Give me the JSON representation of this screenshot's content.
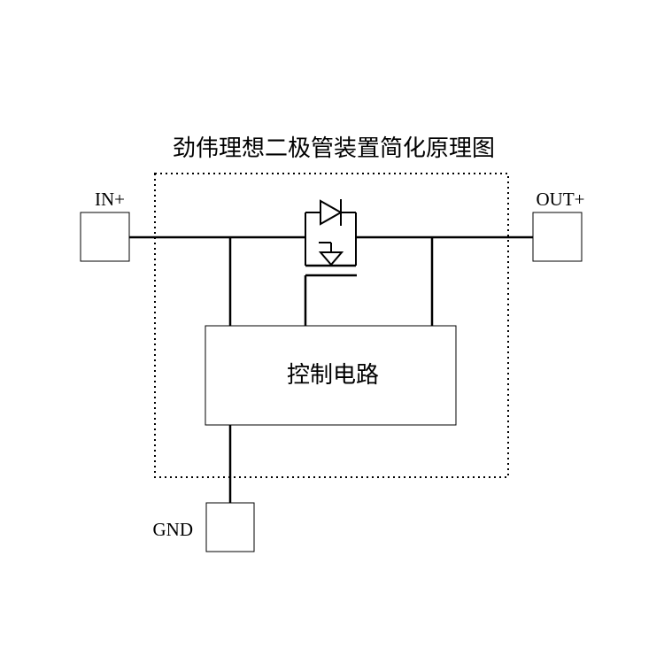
{
  "diagram": {
    "title": "劲伟理想二极管装置简化原理图",
    "terminals": {
      "in": "IN+",
      "out": "OUT+",
      "gnd": "GND"
    },
    "control_block": "控制电路"
  }
}
